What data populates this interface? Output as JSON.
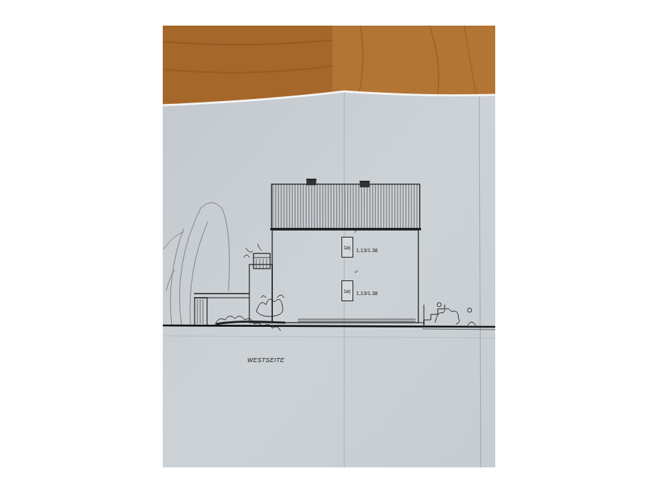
{
  "diagram": {
    "caption": "WESTSEITE",
    "nodes": [
      {
        "text": [
          "1a)"
        ]
      },
      {
        "text": [
          "1a)"
        ]
      }
    ],
    "labels": [
      "1,13/1.38",
      "1,13/1.38"
    ]
  }
}
